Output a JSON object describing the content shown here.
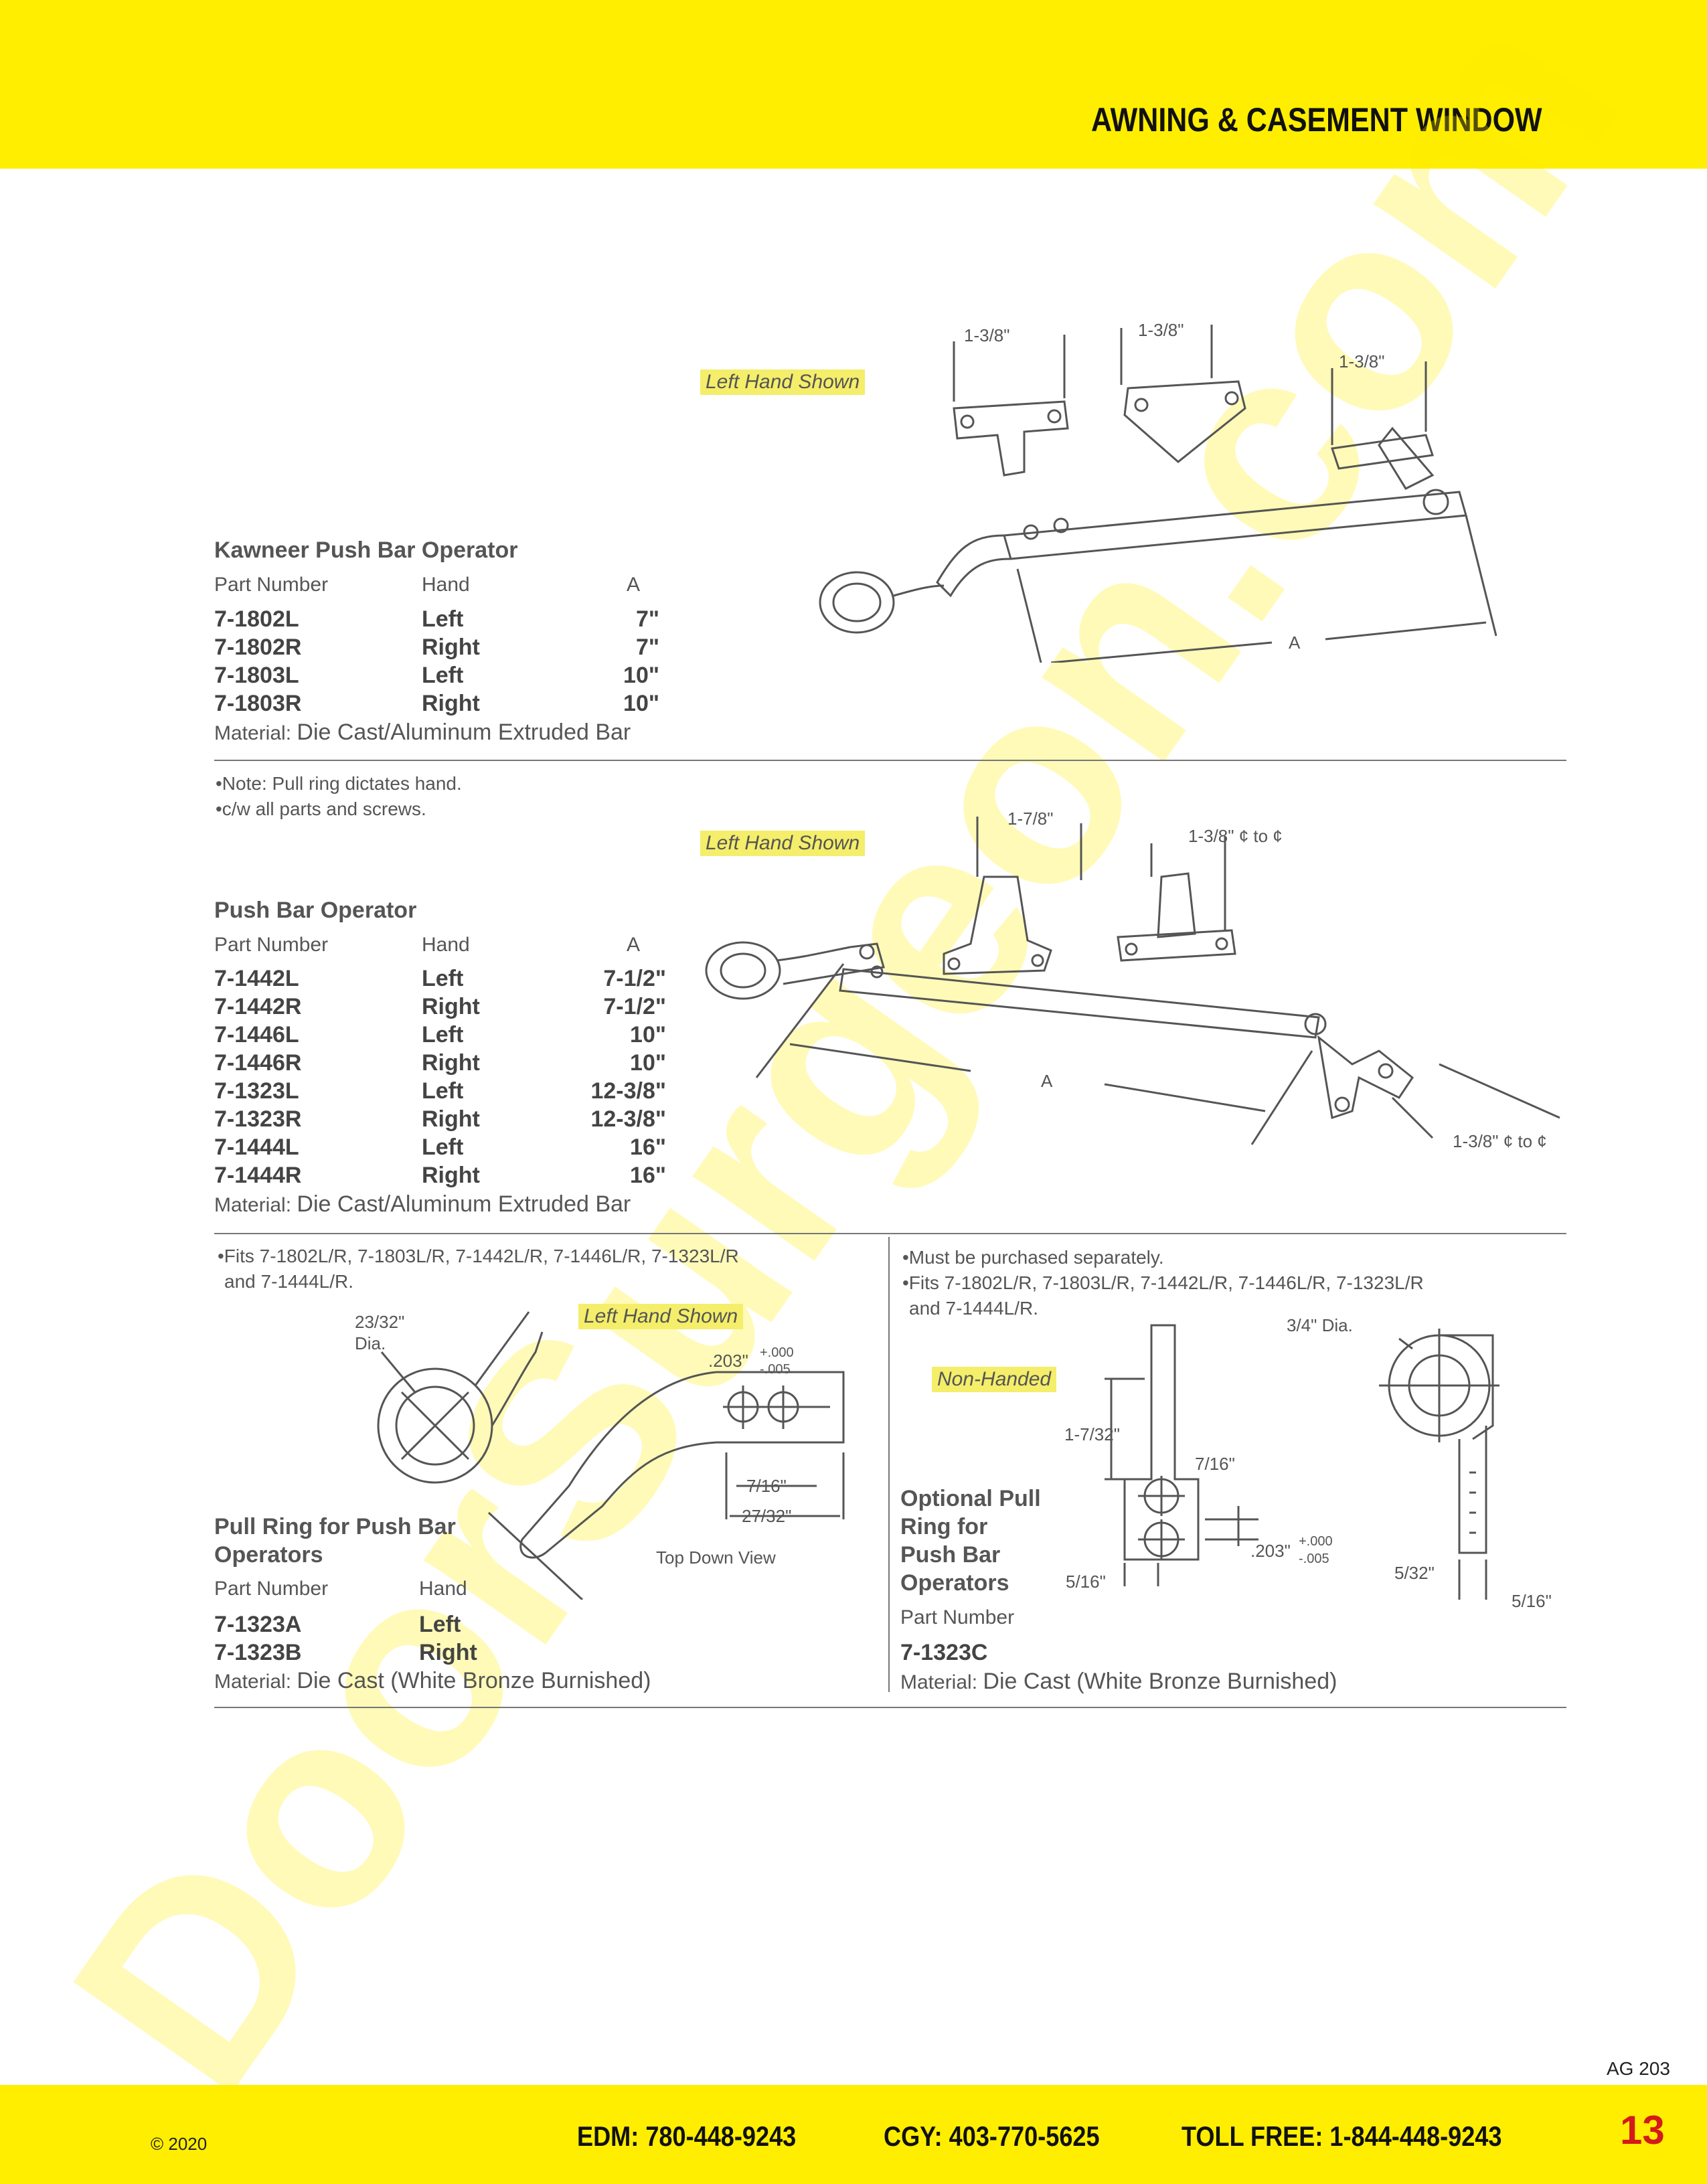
{
  "header": {
    "title": "AWNING & CASEMENT WINDOW"
  },
  "watermark": "DoorSurgeon.com",
  "sections": {
    "kawneer": {
      "title": "Kawneer Push Bar Operator",
      "cols": [
        "Part Number",
        "Hand",
        "A"
      ],
      "rows": [
        [
          "7-1802L",
          "Left",
          "7\""
        ],
        [
          "7-1802R",
          "Right",
          "7\""
        ],
        [
          "7-1803L",
          "Left",
          "10\""
        ],
        [
          "7-1803R",
          "Right",
          "10\""
        ]
      ],
      "material_label": "Material:",
      "material": "Die Cast/Aluminum Extruded Bar",
      "notes": [
        "•Note: Pull ring dictates hand.",
        "•c/w all parts and screws."
      ],
      "highlight": "Left Hand Shown",
      "dims": [
        "1-3/8\"",
        "1-3/8\"",
        "1-3/8\"",
        "A"
      ]
    },
    "pushbar": {
      "title": "Push Bar Operator",
      "cols": [
        "Part Number",
        "Hand",
        "A"
      ],
      "rows": [
        [
          "7-1442L",
          "Left",
          "7-1/2\""
        ],
        [
          "7-1442R",
          "Right",
          "7-1/2\""
        ],
        [
          "7-1446L",
          "Left",
          "10\""
        ],
        [
          "7-1446R",
          "Right",
          "10\""
        ],
        [
          "7-1323L",
          "Left",
          "12-3/8\""
        ],
        [
          "7-1323R",
          "Right",
          "12-3/8\""
        ],
        [
          "7-1444L",
          "Left",
          "16\""
        ],
        [
          "7-1444R",
          "Right",
          "16\""
        ]
      ],
      "material_label": "Material:",
      "material": "Die Cast/Aluminum Extruded Bar",
      "highlight": "Left Hand Shown",
      "dims": [
        "1-7/8\"",
        "1-3/8\" ¢ to ¢",
        "A",
        "1-3/8\" ¢ to ¢"
      ]
    },
    "pullring": {
      "notes": [
        "•Fits 7-1802L/R, 7-1803L/R, 7-1442L/R, 7-1446L/R, 7-1323L/R",
        "and 7-1444L/R."
      ],
      "title_lines": [
        "Pull Ring for Push Bar",
        "Operators"
      ],
      "cols": [
        "Part Number",
        "Hand"
      ],
      "rows": [
        [
          "7-1323A",
          "Left"
        ],
        [
          "7-1323B",
          "Right"
        ]
      ],
      "material_label": "Material:",
      "material": "Die Cast (White Bronze Burnished)",
      "highlight": "Left Hand Shown",
      "dims": {
        "dia_1": "23/32\"",
        "dia_2": "Dia.",
        "d203": ".203\"",
        "tol_plus": "+.000",
        "tol_minus": "-.005",
        "d716": "7/16\"",
        "d2732": "27/32\"",
        "view": "Top Down View"
      }
    },
    "optional": {
      "notes": [
        "•Must be purchased separately.",
        "•Fits 7-1802L/R, 7-1803L/R, 7-1442L/R, 7-1446L/R, 7-1323L/R",
        "and 7-1444L/R."
      ],
      "title_lines": [
        "Optional Pull",
        "Ring for",
        "Push Bar",
        "Operators"
      ],
      "col": "Part Number",
      "part": "7-1323C",
      "material_label": "Material:",
      "material": "Die Cast (White Bronze Burnished)",
      "highlight": "Non-Handed",
      "dims": {
        "dia34": "3/4\" Dia.",
        "d1732": "1-7/32\"",
        "d716": "7/16\"",
        "d203": ".203\"",
        "tol_plus": "+.000",
        "tol_minus": "-.005",
        "d516a": "5/16\"",
        "d532": "5/32\"",
        "d516b": "5/16\""
      }
    }
  },
  "footer": {
    "copyright": "© 2020",
    "edm": "EDM: 780-448-9243",
    "cgy": "CGY: 403-770-5625",
    "tollfree": "TOLL FREE: 1-844-448-9243",
    "page": "13",
    "code": "AG 203"
  }
}
